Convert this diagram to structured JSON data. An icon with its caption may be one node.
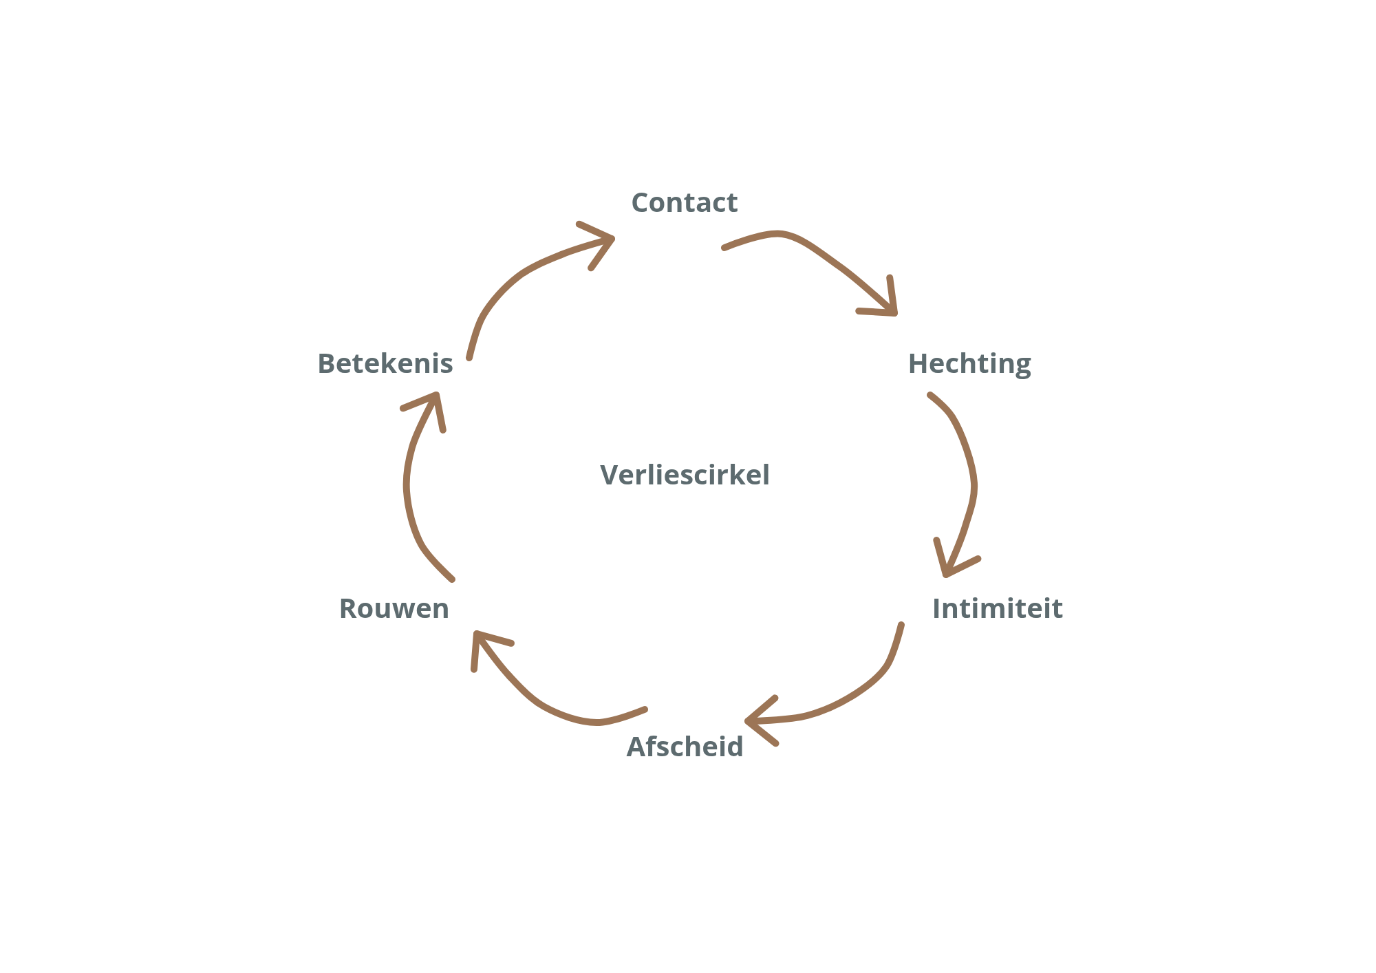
{
  "diagram": {
    "title": "Verliescirkel",
    "nodes": [
      {
        "text": [
          "Contact"
        ]
      },
      {
        "text": [
          "Betekenis"
        ]
      },
      {
        "text": [
          "Hechting"
        ]
      },
      {
        "text": [
          "Rouwen"
        ]
      },
      {
        "text": [
          "Intimiteit"
        ]
      },
      {
        "text": [
          "Afscheid"
        ]
      }
    ],
    "edges": [
      {
        "from": 0,
        "to": 2,
        "arrow": "to"
      },
      {
        "from": 2,
        "to": 4,
        "arrow": "to"
      },
      {
        "from": 4,
        "to": 5,
        "arrow": "to"
      },
      {
        "from": 5,
        "to": 3,
        "arrow": "to"
      },
      {
        "from": 3,
        "to": 1,
        "arrow": "to"
      },
      {
        "from": 1,
        "to": 0,
        "arrow": "to"
      }
    ]
  }
}
